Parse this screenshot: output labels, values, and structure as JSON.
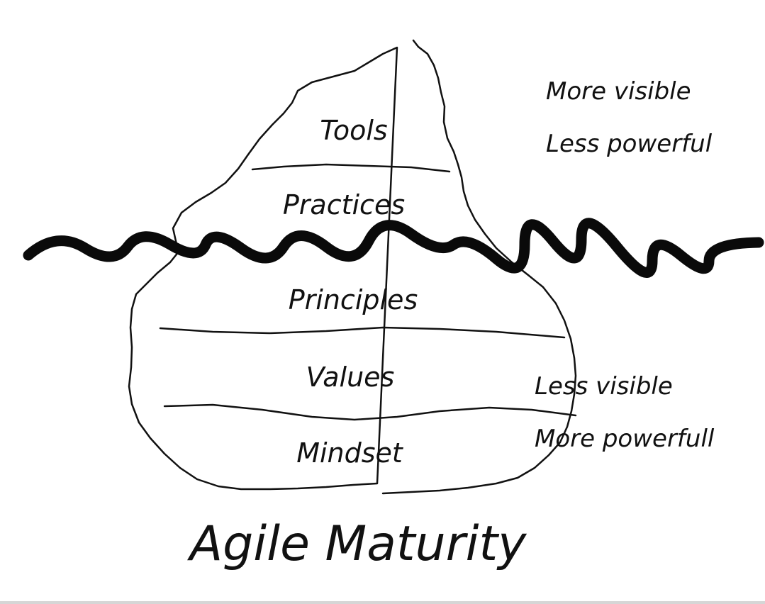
{
  "diagram": {
    "title": "Agile Maturity",
    "layers_above_water": [
      "Tools",
      "Practices"
    ],
    "layers_below_water": [
      "Principles",
      "Values",
      "Mindset"
    ],
    "top_annotation": {
      "line1": "More visible",
      "line2": "Less powerful"
    },
    "bottom_annotation": {
      "line1": "Less visible",
      "line2": "More powerfull"
    }
  },
  "colors": {
    "ink": "#111111",
    "background": "#ffffff",
    "water_line": "#0a0a0a"
  }
}
